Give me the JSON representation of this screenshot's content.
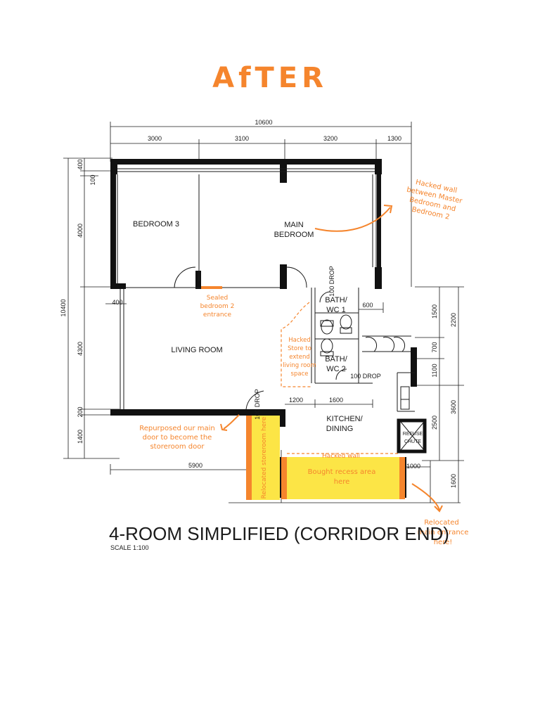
{
  "page_title": "AfTER",
  "plan_title": "4-ROOM SIMPLIFIED (CORRIDOR END)",
  "scale_label": "SCALE 1:100",
  "dimensions": {
    "overall": "10600",
    "top_segments": [
      "3000",
      "3100",
      "3200",
      "1300"
    ],
    "left_overall": "10400",
    "left_segments": [
      "400",
      "100",
      "4000",
      "4300",
      "200",
      "1400"
    ],
    "inner_400": "400",
    "bottom_5900": "5900",
    "kitchen_1200": "1200",
    "kitchen_1600": "1600",
    "right_1000": "1000",
    "right_outer": [
      "2200",
      "3600",
      "1600"
    ],
    "right_inner": [
      "1500",
      "700",
      "1100",
      "2500"
    ],
    "bath_600": "600",
    "drop_1": "100 DROP",
    "drop_2": "100 DROP",
    "drop_3": "100 DROP"
  },
  "rooms": {
    "bedroom3": "BEDROOM 3",
    "main_bedroom_1": "MAIN",
    "main_bedroom_2": "BEDROOM",
    "living_room": "LIVING ROOM",
    "bath1_1": "BATH/",
    "bath1_2": "WC 1",
    "bath2_1": "BATH/",
    "bath2_2": "WC 2",
    "kitchen_1": "KITCHEN/",
    "kitchen_2": "DINING",
    "refuse_1": "REFUSE",
    "refuse_2": "CHUTE"
  },
  "annotations": {
    "hacked_wall_master": [
      "Hacked wall",
      "between Master",
      "Bedroom and",
      "Bedroom 2"
    ],
    "sealed_entrance": [
      "Sealed",
      "bedroom 2",
      "entrance"
    ],
    "hacked_store": [
      "Hacked",
      "Store to",
      "extend",
      "living room",
      "space"
    ],
    "repurposed_door": [
      "Repurposed our main",
      "door to become the",
      "storeroom door"
    ],
    "relocated_storeroom": "Relocated storeroom here",
    "hacked_wall": "Hacked wall",
    "recess_area": [
      "Bought recess area",
      "here"
    ],
    "relocated_entrance": [
      "Relocated",
      "main entrance",
      "here!"
    ]
  },
  "colors": {
    "accent": "#F5852D",
    "highlight": "#FCE546",
    "wall": "#111111",
    "line": "#1a1a1a"
  }
}
